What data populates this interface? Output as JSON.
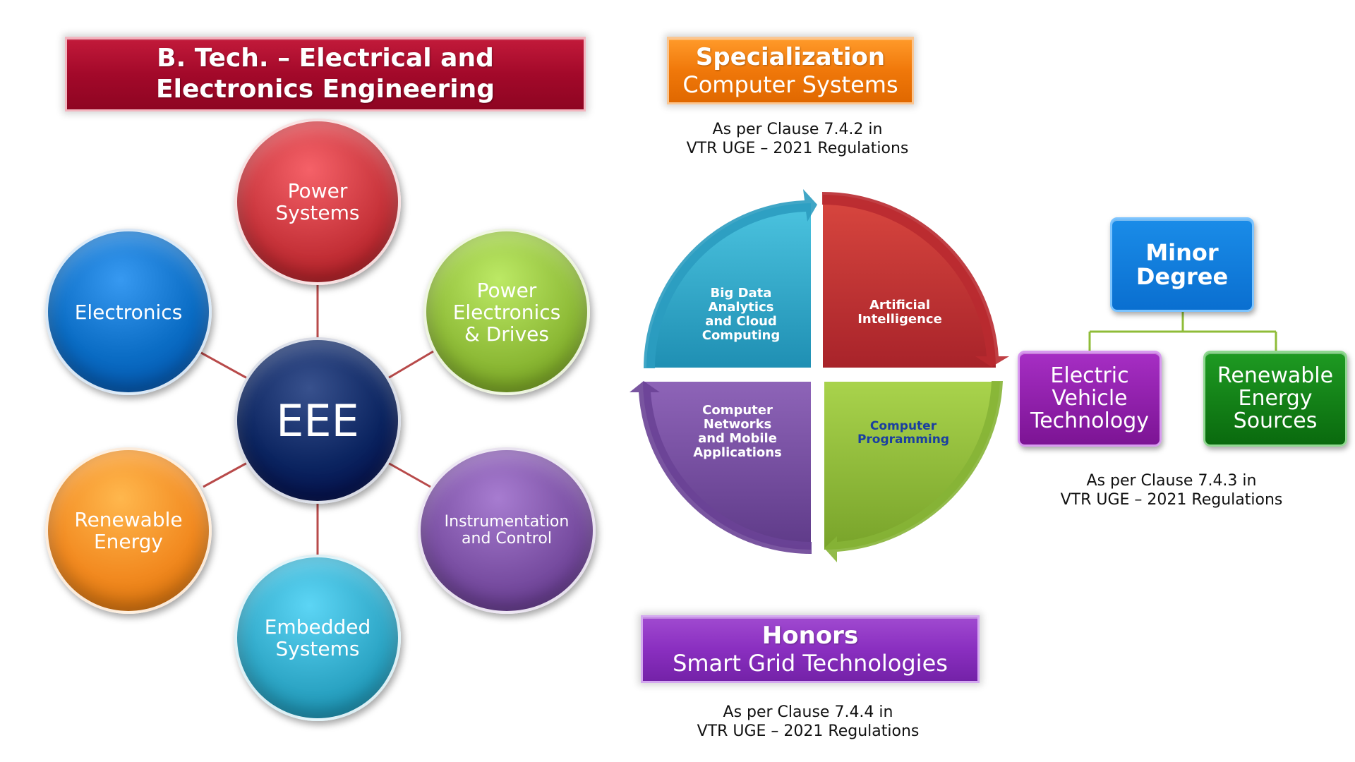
{
  "title": "B. Tech. – Electrical and\nElectronics Engineering",
  "hub": {
    "label": "EEE",
    "color": "#0b2460"
  },
  "spokes": [
    {
      "label": "Power\nSystems",
      "color": "#c8343b"
    },
    {
      "label": "Power\nElectronics\n& Drives",
      "color": "#8fbc38"
    },
    {
      "label": "Instrumentation\nand Control",
      "color": "#7a4fa3"
    },
    {
      "label": "Embedded\nSystems",
      "color": "#2fa8c8"
    },
    {
      "label": "Renewable\nEnergy",
      "color": "#f28a20"
    },
    {
      "label": "Electronics",
      "color": "#0a6cc4"
    }
  ],
  "specialization": {
    "heading": "Specialization",
    "subject": "Computer Systems",
    "caption": "As per Clause 7.4.2 in\nVTR UGE – 2021 Regulations",
    "quadrants": [
      {
        "label": "Big Data\nAnalytics\nand Cloud\nComputing",
        "color": "#2fa8c8"
      },
      {
        "label": "Artificial\nIntelligence",
        "color": "#c8343b"
      },
      {
        "label": "Computer\nNetworks\nand Mobile\nApplications",
        "color": "#7a4fa3"
      },
      {
        "label": "Computer\nProgramming",
        "color": "#8fbc38"
      }
    ]
  },
  "minor": {
    "heading": "Minor\nDegree",
    "options": [
      {
        "label": "Electric\nVehicle\nTechnology",
        "color": "#8a1ca8"
      },
      {
        "label": "Renewable\nEnergy\nSources",
        "color": "#0f7a12"
      }
    ],
    "caption": "As per Clause 7.4.3 in\nVTR UGE – 2021 Regulations"
  },
  "honors": {
    "heading": "Honors",
    "subject": "Smart Grid Technologies",
    "caption": "As per Clause 7.4.4 in\nVTR UGE – 2021 Regulations"
  }
}
